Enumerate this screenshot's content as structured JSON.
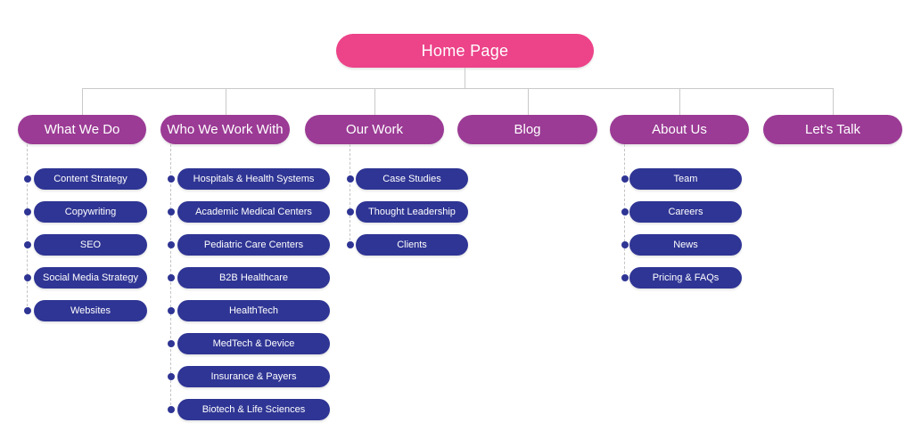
{
  "colors": {
    "root_fill": "#EC4389",
    "section_fill": "#9B3B95",
    "child_fill": "#2F3594",
    "connector": "#C9C9C9",
    "text": "#FFFFFF",
    "background": "#FFFFFF"
  },
  "sitemap": {
    "root": {
      "label": "Home Page"
    },
    "sections": [
      {
        "label": "What We Do",
        "children": [
          {
            "label": "Content Strategy"
          },
          {
            "label": "Copywriting"
          },
          {
            "label": "SEO"
          },
          {
            "label": "Social Media Strategy"
          },
          {
            "label": "Websites"
          }
        ]
      },
      {
        "label": "Who We Work With",
        "children": [
          {
            "label": "Hospitals & Health Systems"
          },
          {
            "label": "Academic Medical Centers"
          },
          {
            "label": "Pediatric Care Centers"
          },
          {
            "label": "B2B Healthcare"
          },
          {
            "label": "HealthTech"
          },
          {
            "label": "MedTech & Device"
          },
          {
            "label": "Insurance & Payers"
          },
          {
            "label": "Biotech & Life Sciences"
          }
        ]
      },
      {
        "label": "Our Work",
        "children": [
          {
            "label": "Case Studies"
          },
          {
            "label": "Thought Leadership"
          },
          {
            "label": "Clients"
          }
        ]
      },
      {
        "label": "Blog",
        "children": []
      },
      {
        "label": "About Us",
        "children": [
          {
            "label": "Team"
          },
          {
            "label": "Careers"
          },
          {
            "label": "News"
          },
          {
            "label": "Pricing & FAQs"
          }
        ]
      },
      {
        "label": "Let’s Talk",
        "children": []
      }
    ]
  }
}
